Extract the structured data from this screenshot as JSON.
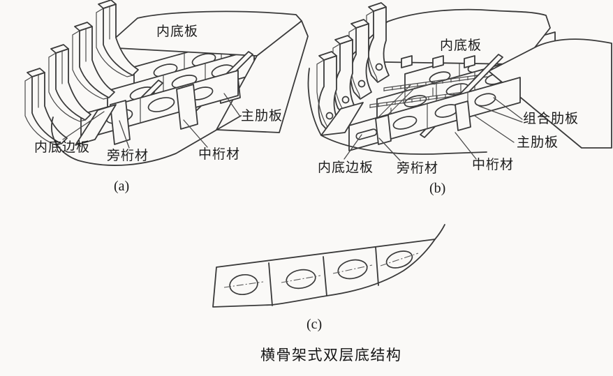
{
  "figure": {
    "title": "横骨架式双层底结构",
    "paper_color": "#faf9f7",
    "ink_color": "#3a3a3a",
    "panel_a": {
      "caption": "(a)",
      "labels": {
        "inner_bottom_plate": "内底板",
        "main_floor": "主肋板",
        "margin_plate": "内底边板",
        "side_girder": "旁桁材",
        "center_girder": "中桁材"
      }
    },
    "panel_b": {
      "caption": "(b)",
      "labels": {
        "inner_bottom_plate": "内底板",
        "composite_floor": "组合肋板",
        "main_floor": "主肋板",
        "margin_plate": "内底边板",
        "side_girder": "旁桁材",
        "center_girder": "中桁材"
      }
    },
    "panel_c": {
      "caption": "(c)"
    }
  }
}
